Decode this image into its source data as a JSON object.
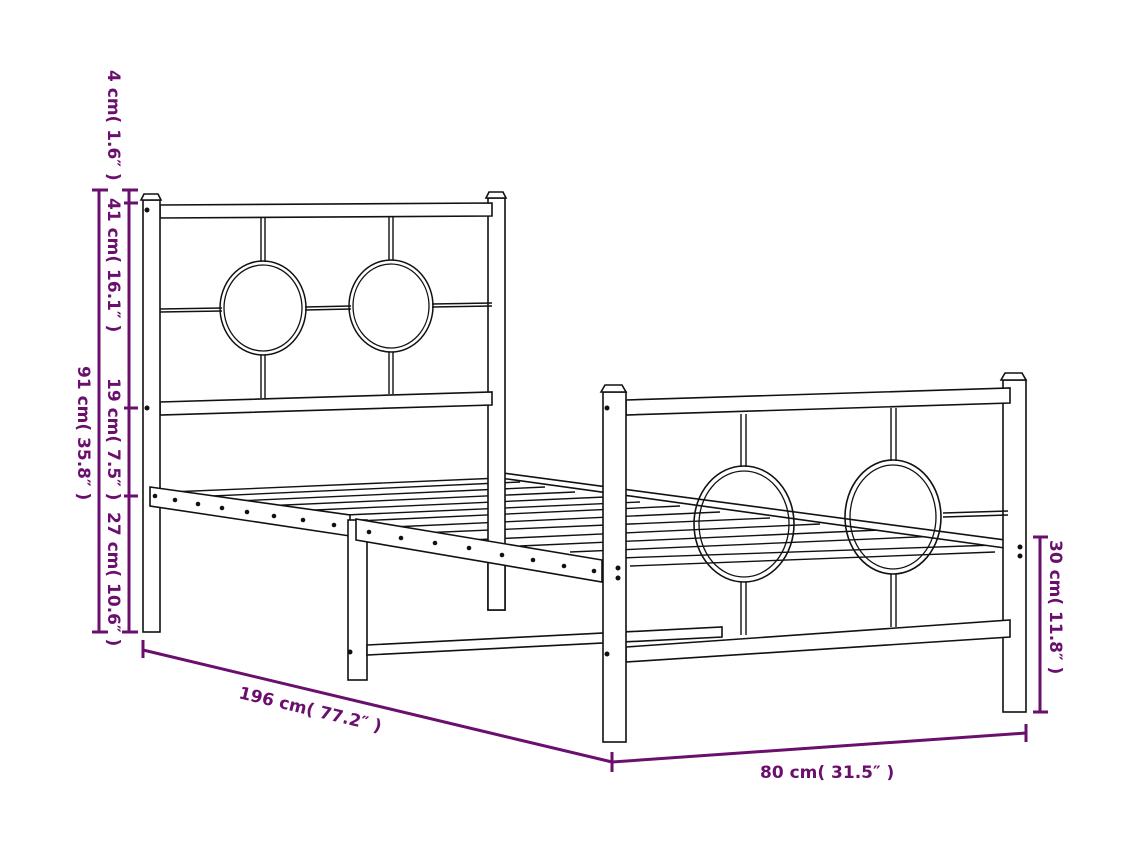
{
  "diagram": {
    "subject": "Metal single bed frame with headboard and footboard",
    "accent_color": "#6b0f6e",
    "line_color": "#111111",
    "dimensions": {
      "headboard_cap": "4 cm( 1.6″ )",
      "headboard_panel": "41 cm( 16.1″ )",
      "headboard_gap": "19 cm( 7.5″ )",
      "under_bed_clearance": "27 cm( 10.6″ )",
      "total_height": "91 cm( 35.8″ )",
      "length": "196 cm( 77.2″ )",
      "width": "80 cm( 31.5″ )",
      "footboard_leg_height": "30 cm( 11.8″ )"
    }
  }
}
